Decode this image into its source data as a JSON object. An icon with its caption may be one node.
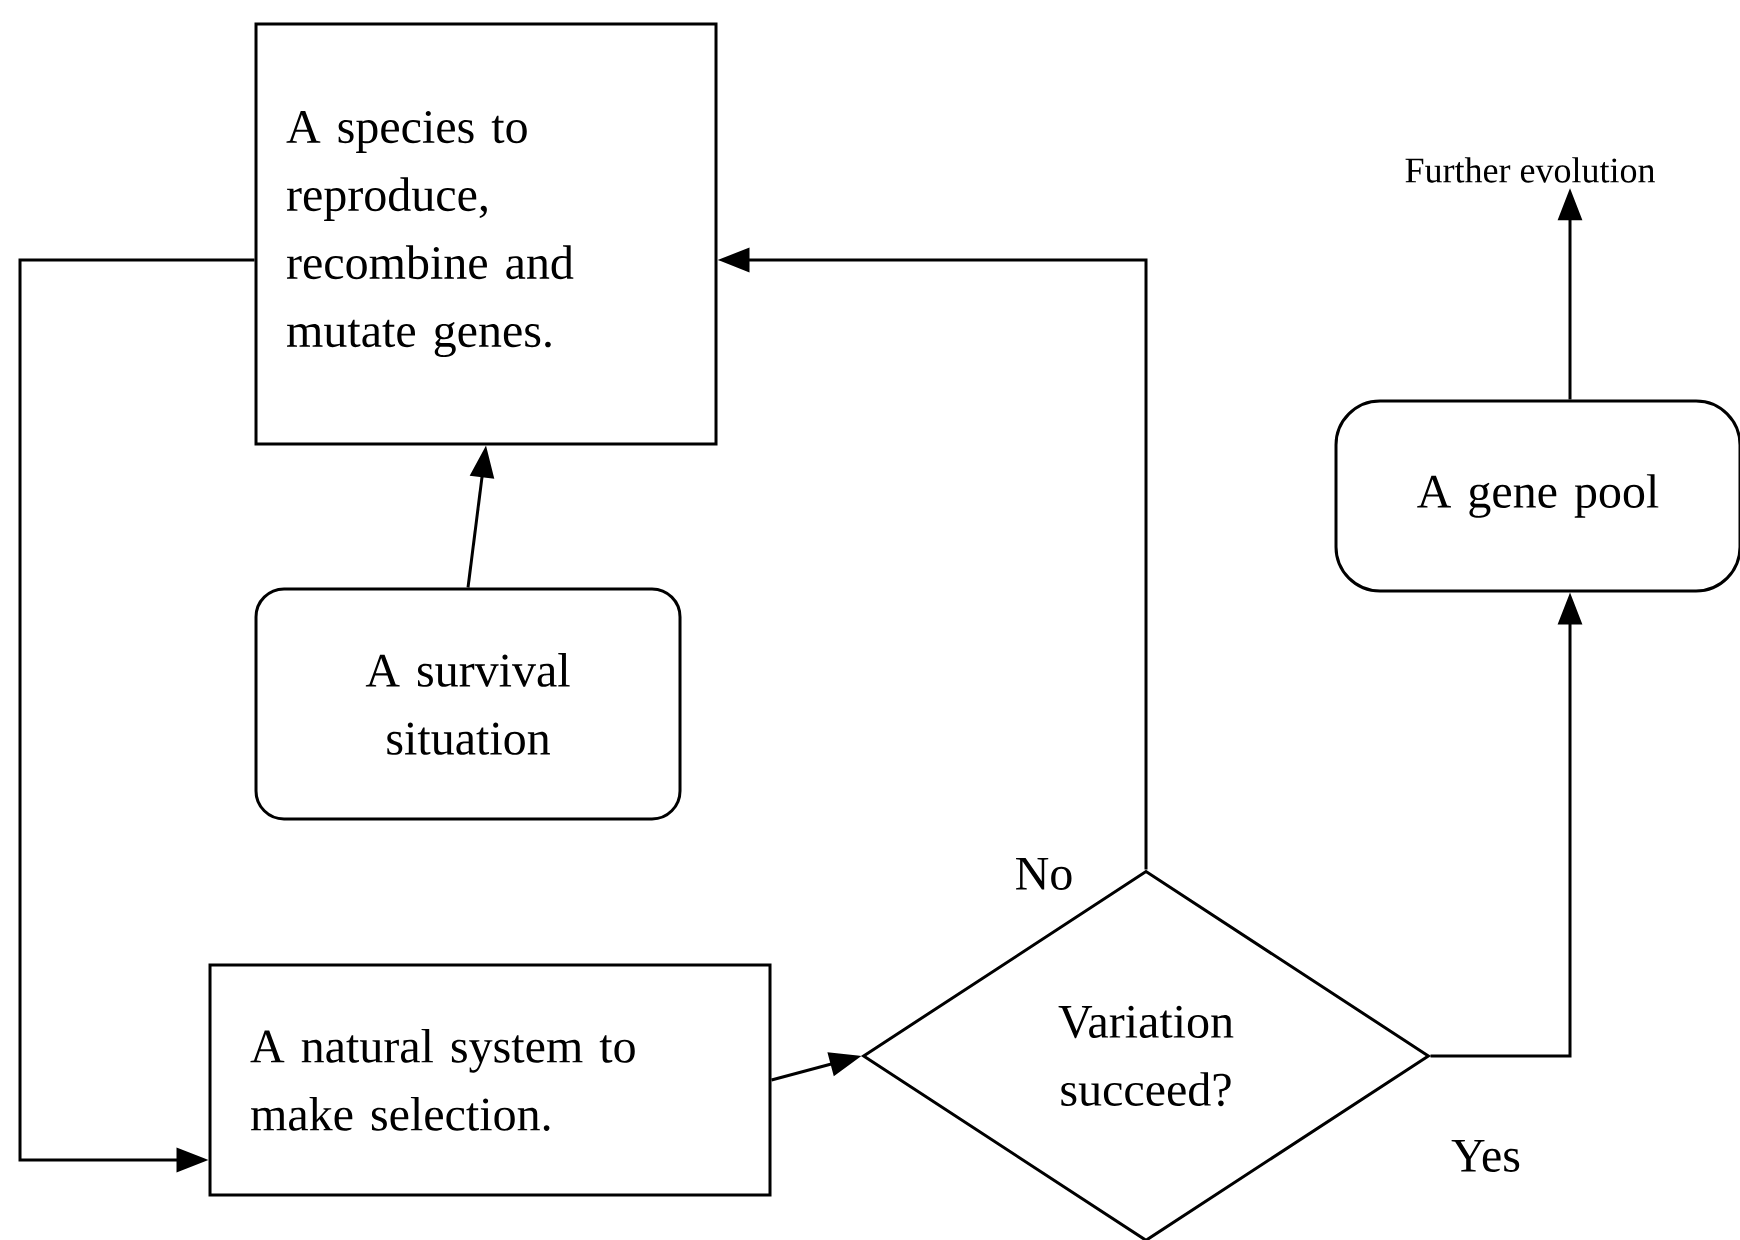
{
  "diagram": {
    "nodes": [
      {
        "text": [
          "A species to reproduce, recombine and mutate genes."
        ]
      },
      {
        "text": [
          "A survival situation"
        ]
      },
      {
        "text": [
          "A natural system to make selection."
        ]
      },
      {
        "text": [
          "Variation succeed?"
        ]
      },
      {
        "text": [
          "A gene pool"
        ]
      },
      {
        "text": [
          "Further evolution"
        ]
      }
    ],
    "edges": [
      {
        "from": 1,
        "to": 0,
        "arrow": "to"
      },
      {
        "from": 0,
        "to": 2,
        "arrow": "to"
      },
      {
        "from": 2,
        "to": 3,
        "arrow": "to"
      },
      {
        "from": 3,
        "to": 0,
        "arrow": "to",
        "label": "No"
      },
      {
        "from": 3,
        "to": 4,
        "arrow": "to",
        "label": "Yes"
      },
      {
        "from": 4,
        "to": 5,
        "arrow": "to"
      }
    ]
  }
}
